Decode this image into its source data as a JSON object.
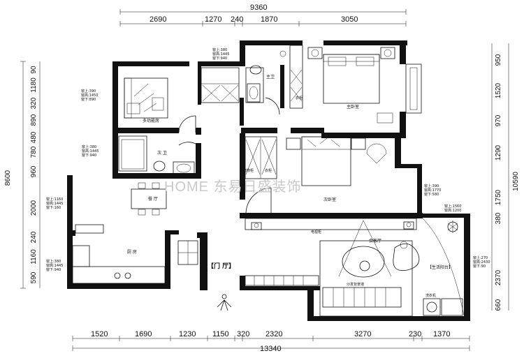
{
  "dimensions": {
    "top_total": "9360",
    "top_segments": [
      "2690",
      "1270",
      "240",
      "1870",
      "3050"
    ],
    "bottom_segments": [
      "1520",
      "1690",
      "1230",
      "1150",
      "320",
      "2320",
      "3270",
      "230",
      "1370"
    ],
    "bottom_total": "13340",
    "left_total": "8600",
    "left_segments": [
      "90",
      "1180",
      "320",
      "890",
      "480",
      "780",
      "960",
      "2000",
      "240",
      "1160",
      "590"
    ],
    "right_segments": [
      "950",
      "1520",
      "970",
      "1290",
      "1750",
      "380",
      "2370",
      "660"
    ],
    "right_total": "10590"
  },
  "rooms": {
    "multi_bedroom": "多功能房",
    "second_bath": "次 卫",
    "dining": "餐 厅",
    "kitchen": "厨 房",
    "entrance": "【门 厅】",
    "master_bath": "主卫",
    "master_bedroom": "主卧室",
    "second_bedroom": "次卧室",
    "living_room": "会客厅",
    "balcony": "【生活阳台】",
    "wardrobe": "衣柜",
    "storage": "储物柜",
    "laundry": "洗衣机",
    "tv_cabinet": "电视柜",
    "sofa_wall": "沙发背景墙"
  },
  "window_specs": [
    {
      "label": "ws-multi",
      "lines": [
        "窗上:390",
        "窗高:1450",
        "窗下:890"
      ]
    },
    {
      "label": "ws-bath",
      "lines": [
        "窗上:380",
        "窗高:1445",
        "窗下:940"
      ]
    },
    {
      "label": "ws-master-bath",
      "lines": [
        "窗上:380",
        "窗高:1445",
        "窗下:940"
      ]
    },
    {
      "label": "ws-dining",
      "lines": [
        "窗上:1160",
        "窗高:1445",
        "窗下:160"
      ]
    },
    {
      "label": "ws-kitchen",
      "lines": [
        "窗上:380",
        "窗高:1445",
        "窗下:940"
      ]
    },
    {
      "label": "ws-second-bed",
      "lines": [
        "窗上:390",
        "窗高:1770",
        "窗下:580"
      ]
    },
    {
      "label": "ws-living",
      "lines": [
        "窗上:1560",
        "窗高:1200"
      ]
    },
    {
      "label": "ws-balcony",
      "lines": [
        "窗上:270",
        "窗高:2430",
        "窗下:90"
      ]
    }
  ],
  "watermark": "HOME 东易日盛装饰"
}
